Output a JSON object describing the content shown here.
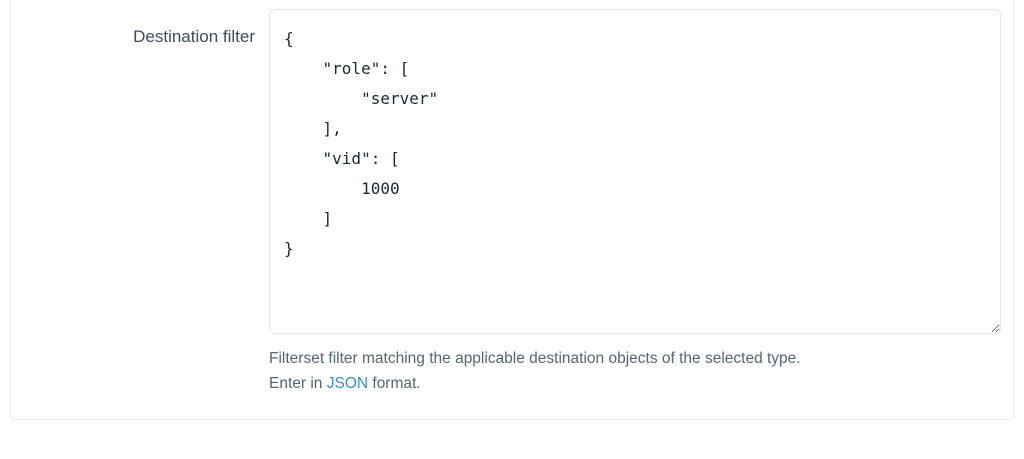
{
  "card": {
    "form_row": {
      "label": "Destination filter",
      "textarea": {
        "name": "destination-filter",
        "value": "{\n    \"role\": [\n        \"server\"\n    ],\n    \"vid\": [\n        1000\n    ]\n}",
        "placeholder": ""
      },
      "help": {
        "line1": "Filterset filter matching the applicable destination objects of the selected type.",
        "enter_prefix": "Enter in ",
        "link_label": "JSON",
        "enter_suffix": " format."
      }
    }
  },
  "colors": {
    "label_text": "#3b4b5c",
    "help_text": "#566573",
    "link": "#3c8dbc",
    "border": "#e3e6ea",
    "card_border": "#e9ecef",
    "code_text": "#1b2733",
    "background": "#ffffff"
  },
  "filter_json": {
    "role": [
      "server"
    ],
    "vid": [
      1000
    ]
  }
}
